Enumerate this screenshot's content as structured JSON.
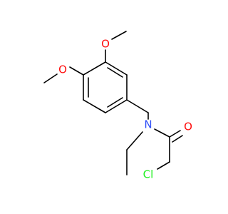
{
  "molecule": {
    "colors": {
      "bond": "#000000",
      "oxygen": "#ff0d0d",
      "nitrogen": "#3050f8",
      "chlorine": "#1ff01f",
      "background": "#ffffff"
    },
    "atoms": {
      "o_methoxy_upper": "O",
      "o_methoxy_left": "O",
      "nitrogen": "N",
      "o_carbonyl": "O",
      "chlorine": "Cl"
    }
  }
}
